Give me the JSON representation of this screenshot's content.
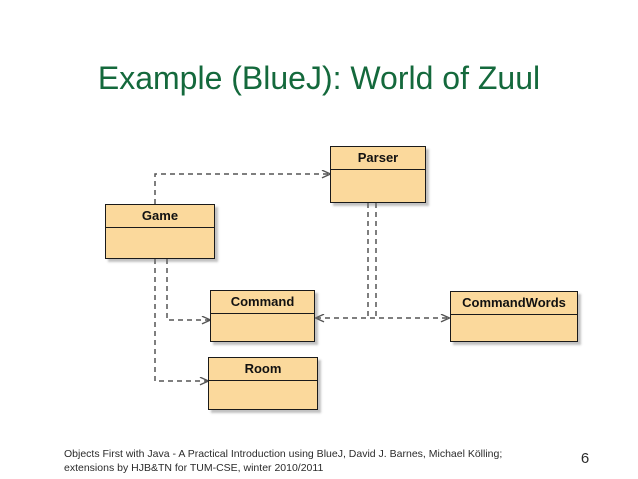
{
  "slide": {
    "title": "Example (BlueJ): World of Zuul",
    "title_color": "#14693c",
    "background_color": "#ffffff",
    "page_number": "6"
  },
  "footer": {
    "line1": "Objects First with Java - A Practical Introduction using BlueJ, David J. Barnes, Michael Kölling;",
    "line2": "extensions by HJB&TN for TUM-CSE, winter 2010/2011"
  },
  "diagram": {
    "type": "uml-class-diagram",
    "class_fill_color": "#fbd99c",
    "class_border_color": "#1a1a1a",
    "edge_color": "#555555",
    "edge_style": "dashed",
    "classes": [
      {
        "id": "parser",
        "name": "Parser"
      },
      {
        "id": "game",
        "name": "Game"
      },
      {
        "id": "command",
        "name": "Command"
      },
      {
        "id": "commandwords",
        "name": "CommandWords"
      },
      {
        "id": "room",
        "name": "Room"
      }
    ],
    "edges": [
      {
        "from": "game",
        "to": "parser",
        "arrow": "single"
      },
      {
        "from": "game",
        "to": "command",
        "arrow": "single"
      },
      {
        "from": "game",
        "to": "room",
        "arrow": "single"
      },
      {
        "from": "parser",
        "to": "commandwords",
        "arrow": "single"
      },
      {
        "from": "command",
        "to": "commandwords",
        "arrow": "double"
      }
    ]
  }
}
